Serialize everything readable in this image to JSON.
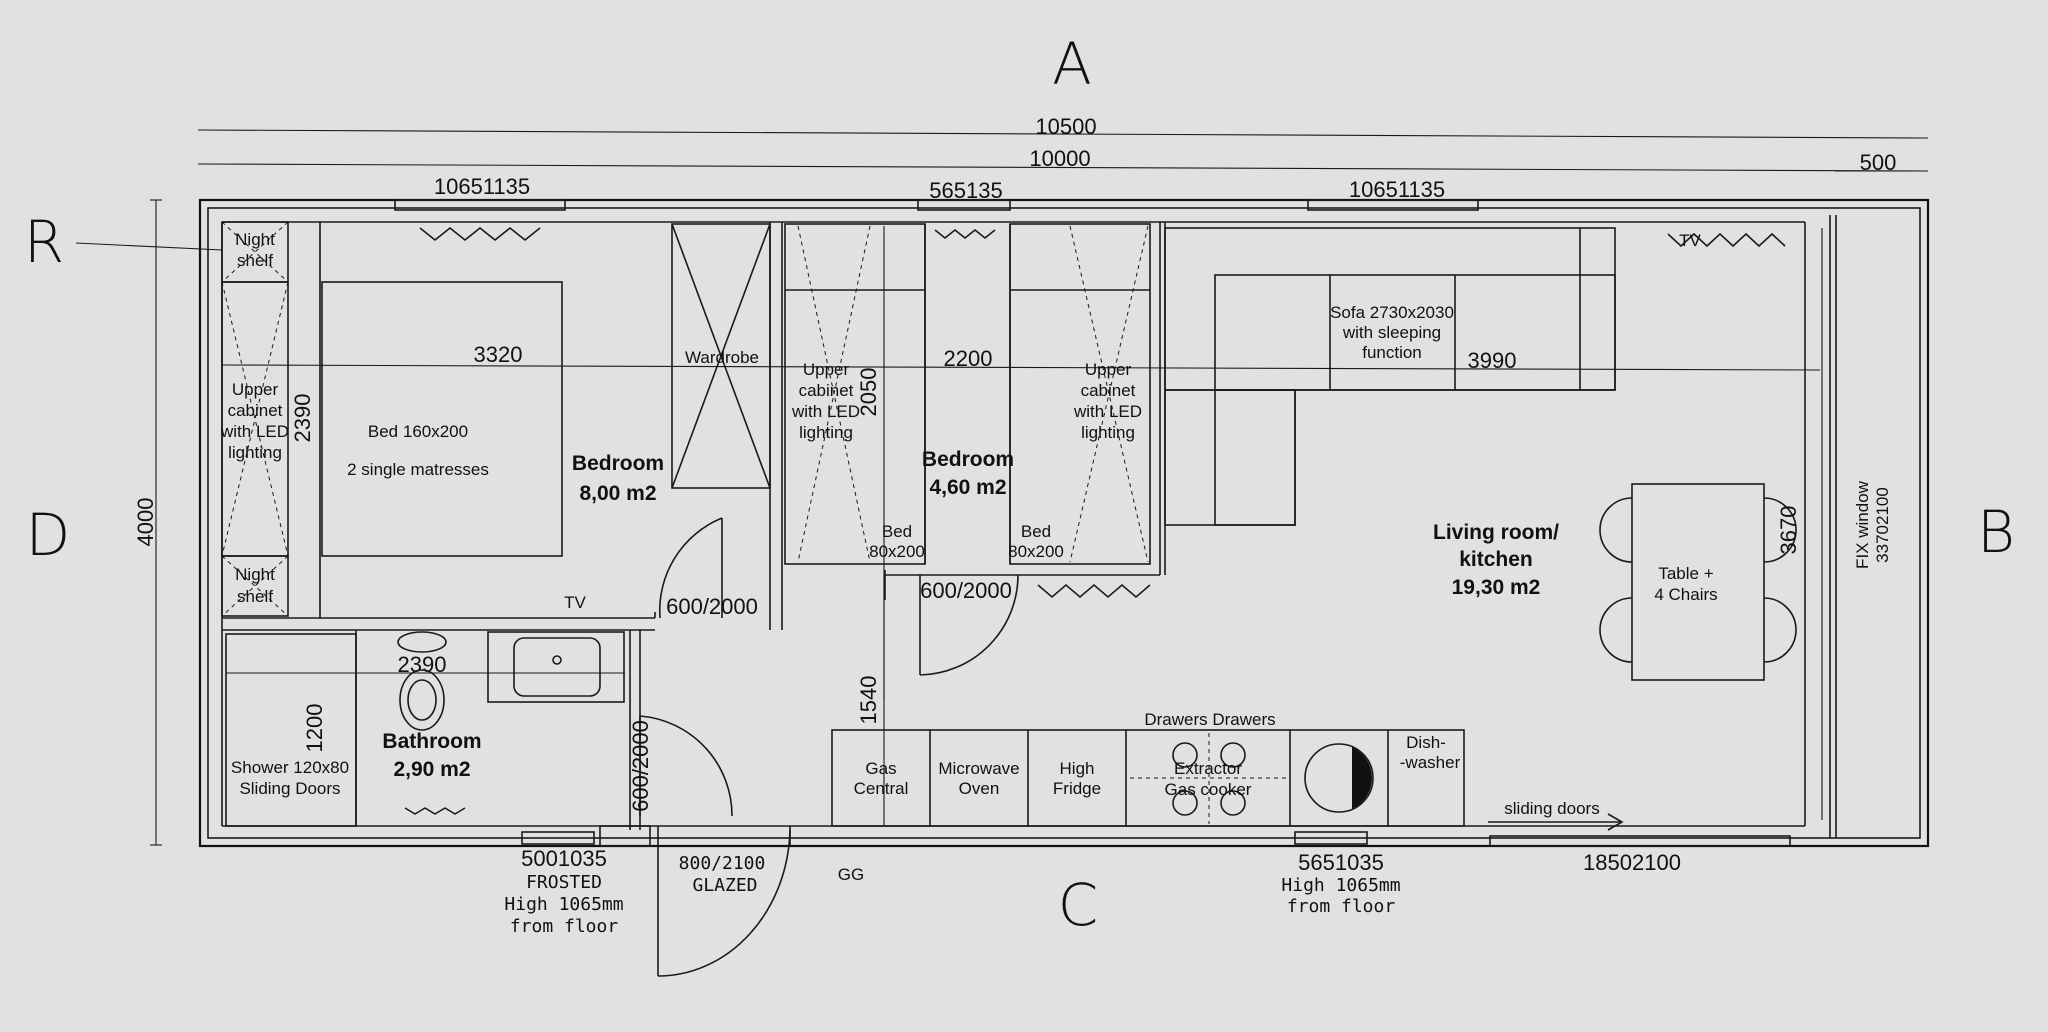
{
  "axes": {
    "top": "A",
    "bottom": "C",
    "left": "D",
    "right": "B",
    "corner": "R"
  },
  "overall_dims": {
    "total_length": "10500",
    "inner_length": "10000",
    "end_strip": "500",
    "height": "4000"
  },
  "windows": {
    "w1": "10651135",
    "w2": "565135",
    "w3": "10651135",
    "w4": "5001035",
    "w4_note1": "FROSTED",
    "w4_note2": "High 1065mm",
    "w4_note3": "from floor",
    "w5": "5651035",
    "w5_note1": "High 1065mm",
    "w5_note2": "from floor",
    "w6": "18502100",
    "fix_line1": "FIX window",
    "fix_line2": "33702100"
  },
  "doors": {
    "d1": "600/2000",
    "d2": "600/2000",
    "d3": "600/2000",
    "entry1": "800/2100",
    "entry2": "GLAZED",
    "sliding": "sliding doors"
  },
  "dims": {
    "bed1_len": "3320",
    "bed1_w": "2390",
    "bed2_len": "2200",
    "bed2_h": "2050",
    "living_len": "3990",
    "living_h": "3670",
    "bath_len": "2390",
    "bath_h": "1200",
    "hall_h": "1540"
  },
  "rooms": {
    "bedroom1_name": "Bedroom",
    "bedroom1_area": "8,00 m2",
    "bedroom2_name": "Bedroom",
    "bedroom2_area": "4,60 m2",
    "bathroom_name": "Bathroom",
    "bathroom_area": "2,90 m2",
    "living_name1": "Living room/",
    "living_name2": "kitchen",
    "living_area": "19,30 m2"
  },
  "furniture": {
    "night_shelf_1a": "Night",
    "night_shelf_1b": "shelf",
    "night_shelf_2a": "Night",
    "night_shelf_2b": "shelf",
    "upper_cab_1": [
      "Upper",
      "cabinet",
      "with LED",
      "lighting"
    ],
    "upper_cab_2": [
      "Upper",
      "cabinet",
      "with LED",
      "lighting"
    ],
    "upper_cab_3": [
      "Upper",
      "cabinet",
      "with LED",
      "lighting"
    ],
    "bed_main1": "Bed 160x200",
    "bed_main2": "2 single matresses",
    "wardrobe": "Wardrobe",
    "bed_s1a": "Bed",
    "bed_s1b": "80x200",
    "bed_s2a": "Bed",
    "bed_s2b": "80x200",
    "tv1": "TV",
    "tv2": "TV",
    "sofa": [
      "Sofa 2730x2030",
      "with sleeping",
      "function"
    ],
    "table": [
      "Table +",
      "4 Chairs"
    ],
    "shower": [
      "Shower 120x80",
      "Sliding Doors"
    ],
    "gas_central": [
      "Gas",
      "Central"
    ],
    "microwave": [
      "Microwave",
      "Oven"
    ],
    "fridge": [
      "High",
      "Fridge"
    ],
    "extractor": [
      "Extractor",
      "Gas cooker"
    ],
    "dishwasher": [
      "Dish-",
      "-washer"
    ],
    "drawers": "Drawers  Drawers",
    "gg": "GG"
  }
}
